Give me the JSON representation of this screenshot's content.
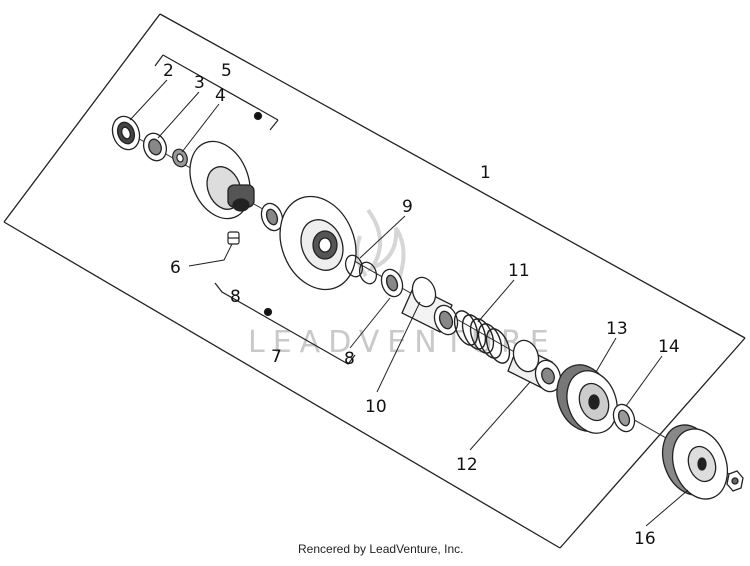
{
  "callouts": {
    "c1": "1",
    "c2": "2",
    "c3": "3",
    "c4": "4",
    "c5": "5",
    "c6": "6",
    "c7": "7",
    "c8a": "8",
    "c8b": "8",
    "c9": "9",
    "c10": "10",
    "c11": "11",
    "c12": "12",
    "c13": "13",
    "c14": "14",
    "c16": "16"
  },
  "watermark": "LEADVENTURE",
  "credit": "Rencered by LeadVenture, Inc."
}
